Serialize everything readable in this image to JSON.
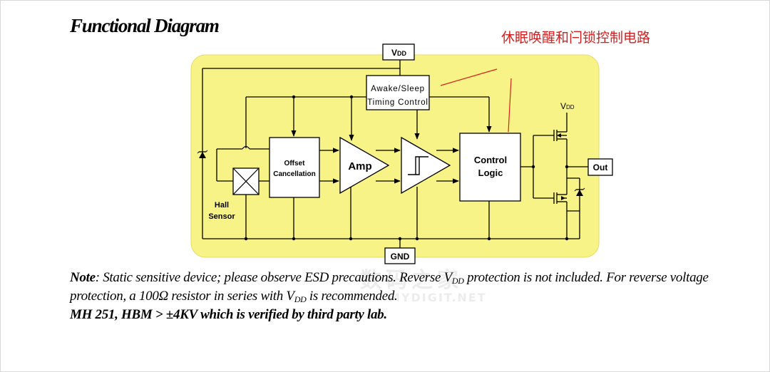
{
  "title": "Functional Diagram",
  "annotation": "休眠唤醒和闩锁控制电路",
  "diagram": {
    "vdd_pin": {
      "main": "V",
      "sub": "DD"
    },
    "gnd_pin": "GND",
    "out_pin": "Out",
    "vdd_output": {
      "main": "V",
      "sub": "DD"
    },
    "awake_sleep": [
      "Awake/Sleep",
      "Timing Control"
    ],
    "offset": [
      "Offset",
      "Cancellation"
    ],
    "amp": "Amp",
    "control_logic": [
      "Control",
      "Logic"
    ],
    "hall_sensor": [
      "Hall",
      "Sensor"
    ]
  },
  "note": {
    "label": "Note",
    "part1": ": Static sensitive device; please observe ESD precautions. Reverse V",
    "sub1": "DD",
    "part2": " protection is not included. For reverse voltage protection, a 100Ω resistor in series with V",
    "sub2": "DD",
    "part3": " is recommended.",
    "esd_line": "MH 251, HBM > ±4KV which is verified by third party lab."
  },
  "watermark": {
    "logo": "数码之家",
    "url": "MYDIGIT.NET"
  },
  "colors": {
    "panel": "#f8f386",
    "annotation": "#d42020",
    "line": "#000000"
  }
}
